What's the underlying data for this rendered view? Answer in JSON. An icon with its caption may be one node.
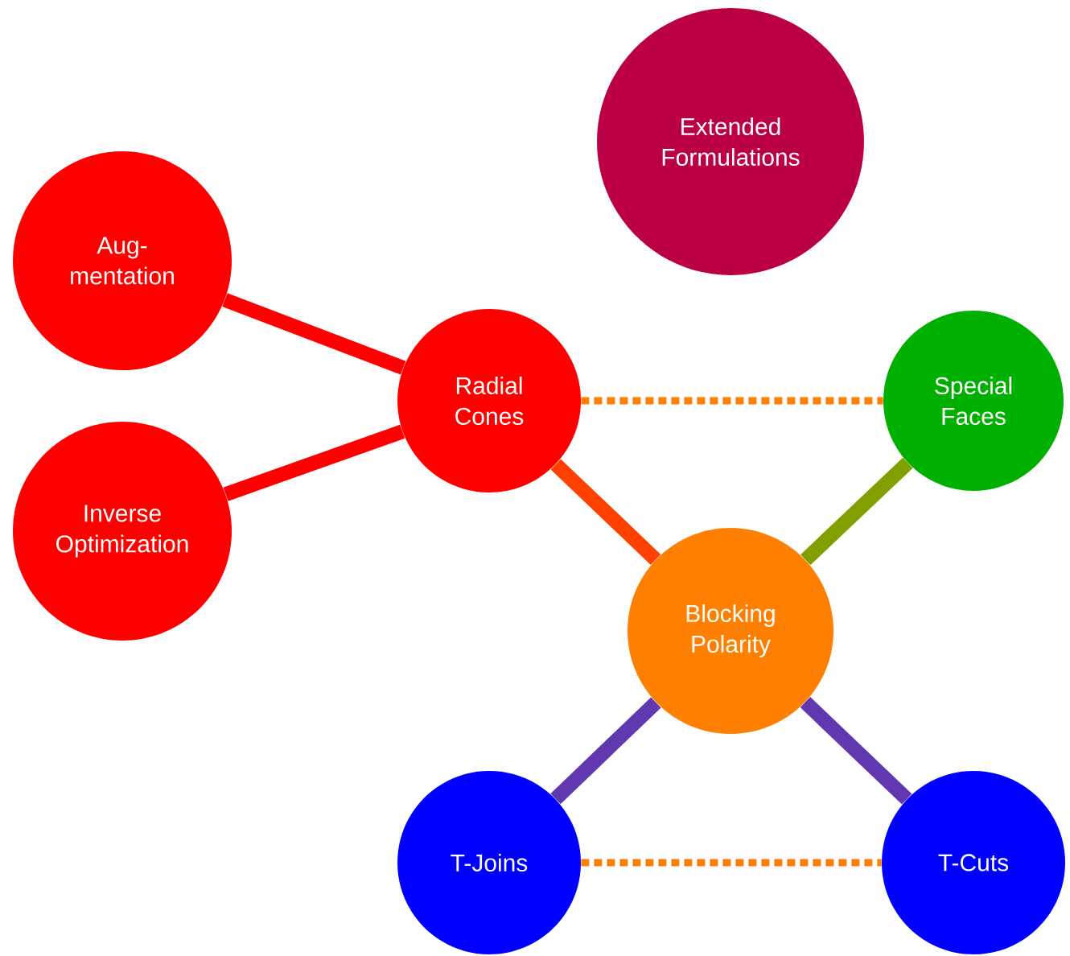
{
  "diagram": {
    "nodes": [
      {
        "text": [
          "Extended Formulations"
        ]
      },
      {
        "text": [
          "Aug- mentation"
        ]
      },
      {
        "text": [
          "Radial Cones"
        ]
      },
      {
        "text": [
          "Special Faces"
        ]
      },
      {
        "text": [
          "Inverse Optimization"
        ]
      },
      {
        "text": [
          "Blocking Polarity"
        ]
      },
      {
        "text": [
          "T-Joins"
        ]
      },
      {
        "text": [
          "T-Cuts"
        ]
      }
    ],
    "edges": [
      {
        "from": 2,
        "to": 1,
        "arrow": "none",
        "color": "#ff0000"
      },
      {
        "from": 2,
        "to": 4,
        "arrow": "none",
        "color": "#ff0000"
      },
      {
        "from": 2,
        "to": 5,
        "arrow": "none",
        "color": "#ff4000"
      },
      {
        "from": 5,
        "to": 3,
        "arrow": "none",
        "color": "#80a000"
      },
      {
        "from": 5,
        "to": 6,
        "arrow": "none",
        "color": "#6038b0"
      },
      {
        "from": 5,
        "to": 7,
        "arrow": "none",
        "color": "#6038b0"
      },
      {
        "from": 2,
        "to": 3,
        "arrow": "none",
        "style": "dashed",
        "color": "#ff8000"
      },
      {
        "from": 6,
        "to": 7,
        "arrow": "none",
        "style": "dashed",
        "color": "#ff8000"
      }
    ]
  }
}
